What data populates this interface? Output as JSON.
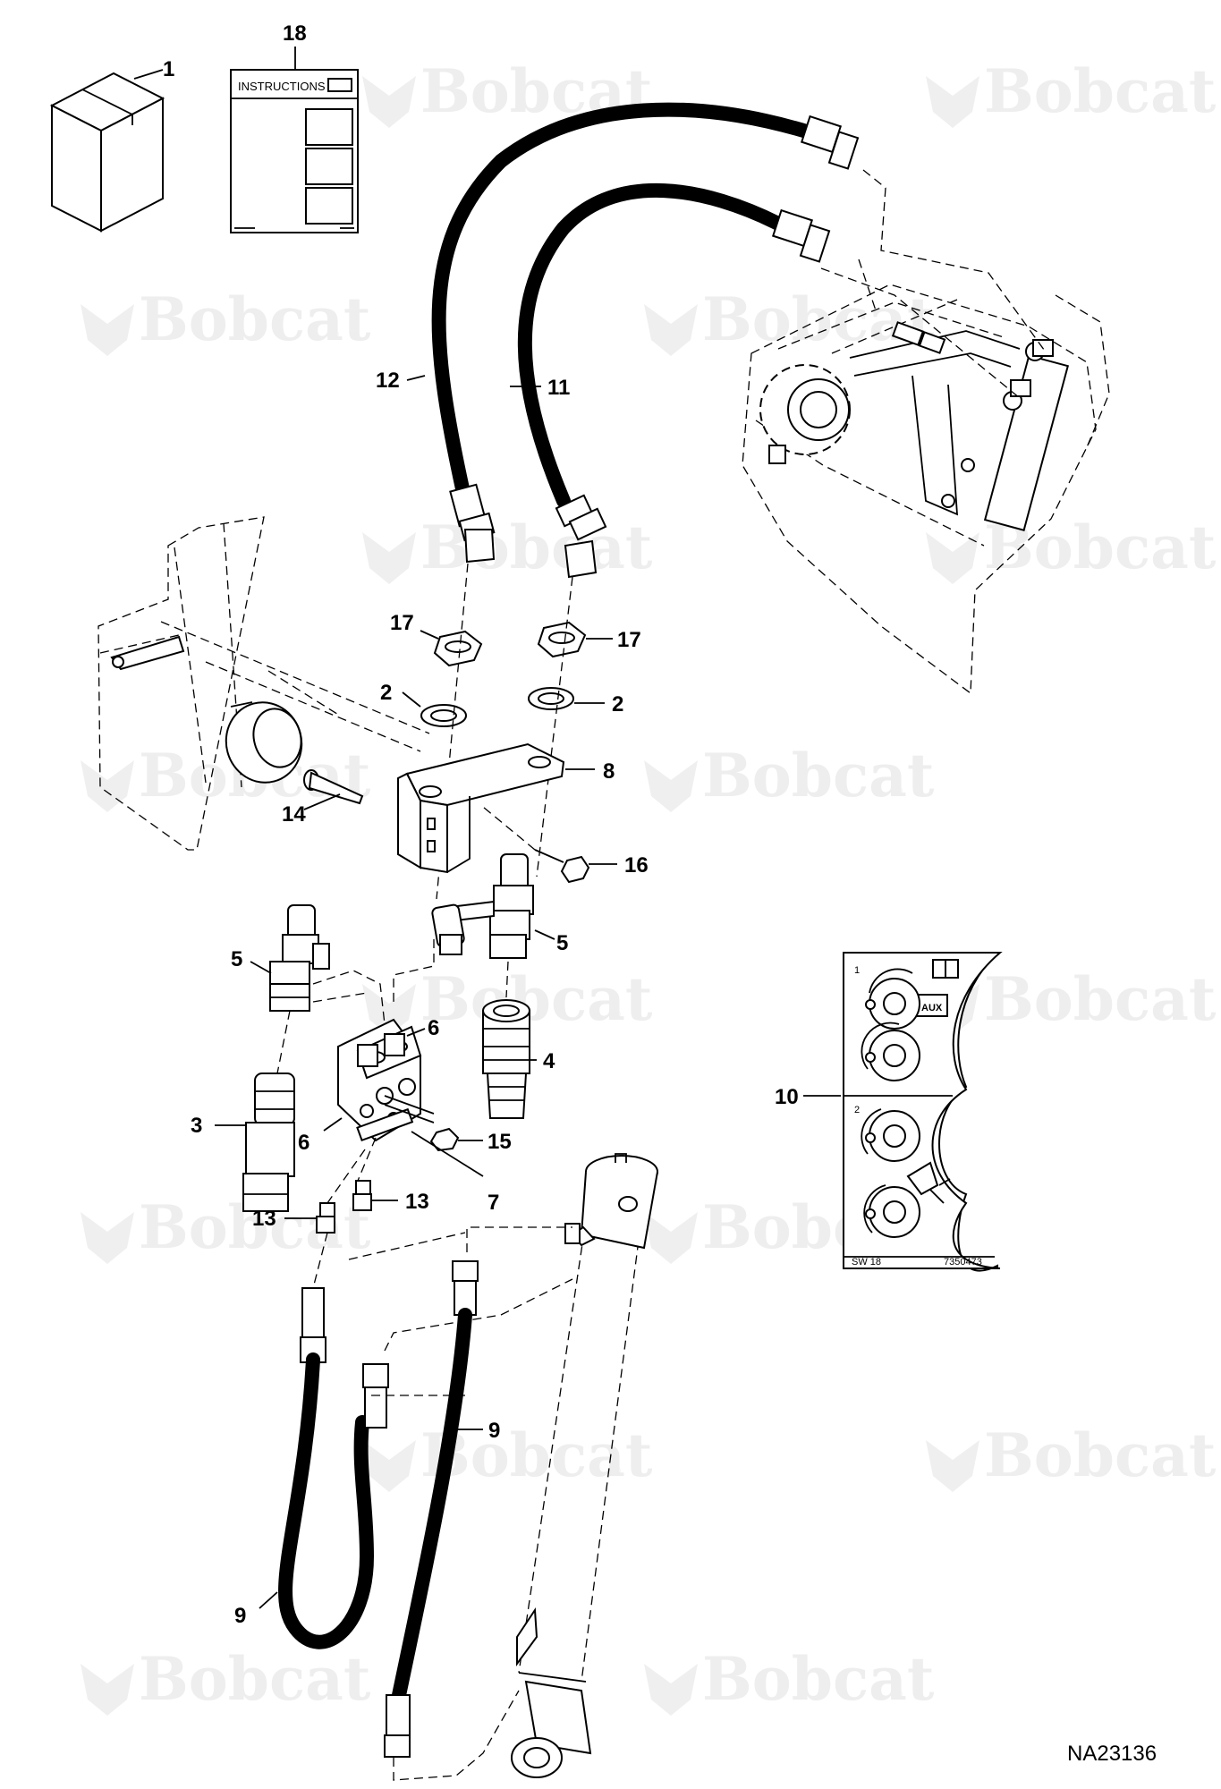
{
  "brand": {
    "watermark_text": "Bobcat",
    "watermark_mark": "®"
  },
  "figure_id": "NA23136",
  "instructions_sheet": {
    "title": "INSTRUCTIONS"
  },
  "decal": {
    "step_1": "1",
    "step_2": "2",
    "aux_label": "AUX",
    "footer_left": "SW 18",
    "footer_right": "7350473"
  },
  "callouts": {
    "c1": "1",
    "c18": "18",
    "c12": "12",
    "c11": "11",
    "c17a": "17",
    "c17b": "17",
    "c2a": "2",
    "c2b": "2",
    "c8": "8",
    "c14": "14",
    "c16": "16",
    "c5a": "5",
    "c5b": "5",
    "c6a": "6",
    "c6b": "6",
    "c4": "4",
    "c3": "3",
    "c15": "15",
    "c7": "7",
    "c13a": "13",
    "c13b": "13",
    "c10": "10",
    "c9a": "9",
    "c9b": "9"
  }
}
